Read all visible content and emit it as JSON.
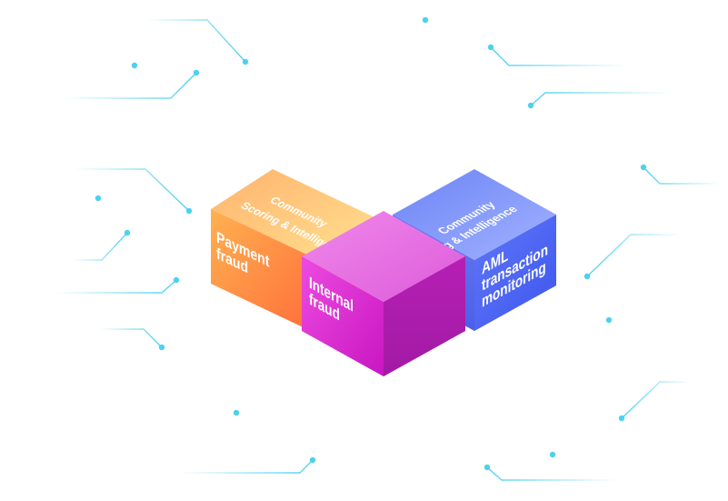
{
  "colors": {
    "circuit": "#4fd0f0",
    "orange_front_top": "#ff9f48",
    "orange_front_bottom": "#ff7a3c",
    "orange_top": "#ffc772",
    "blue_front": "#4a62f2",
    "blue_top": "#7f96f8",
    "magenta_front": "#d822c8",
    "magenta_top": "#ea74e6"
  },
  "cubes": {
    "payment": {
      "top_label_line1": "Community",
      "top_label_line2": "Scoring & Intelligence",
      "side_label_line1": "Payment",
      "side_label_line2": "fraud"
    },
    "aml": {
      "top_label_line1": "Community",
      "top_label_line2": "Scoring & Intelligence",
      "side_label_line1": "AML",
      "side_label_line2": "transaction",
      "side_label_line3": "monitoring"
    },
    "internal": {
      "side_label_line1": "Internal",
      "side_label_line2": "fraud"
    }
  }
}
